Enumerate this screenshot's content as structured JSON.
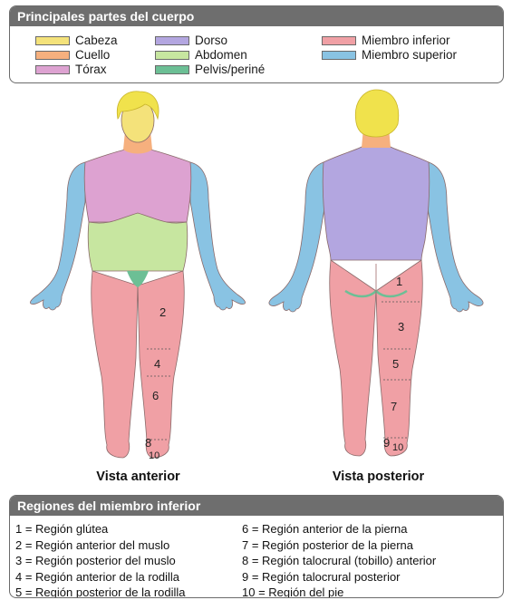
{
  "legend": {
    "title": "Principales partes del cuerpo",
    "items": [
      {
        "key": "head",
        "label": "Cabeza",
        "color": "#f4e27a"
      },
      {
        "key": "neck",
        "label": "Cuello",
        "color": "#f6b07e"
      },
      {
        "key": "thorax",
        "label": "Tórax",
        "color": "#dda2d1"
      },
      {
        "key": "back",
        "label": "Dorso",
        "color": "#b3a6e0"
      },
      {
        "key": "abdomen",
        "label": "Abdomen",
        "color": "#c7e6a0"
      },
      {
        "key": "pelvis",
        "label": "Pelvis/periné",
        "color": "#6cbf95"
      },
      {
        "key": "lower_limb",
        "label": "Miembro inferior",
        "color": "#f0a0a5"
      },
      {
        "key": "upper_limb",
        "label": "Miembro superior",
        "color": "#89c3e3"
      }
    ]
  },
  "views": {
    "anterior": "Vista anterior",
    "posterior": "Vista posterior"
  },
  "figure_numbers": {
    "anterior": [
      "2",
      "4",
      "6",
      "8",
      "10"
    ],
    "posterior": [
      "1",
      "3",
      "5",
      "7",
      "9",
      "10"
    ]
  },
  "regions": {
    "title": "Regiones del miembro inferior",
    "items": [
      "1 = Región glútea",
      "2 = Región anterior del muslo",
      "3 = Región posterior del muslo",
      "4 = Región anterior de la rodilla",
      "5 = Región posterior de la rodilla",
      "6 = Región anterior de la pierna",
      "7 = Región posterior de la pierna",
      "8 = Región talocrural (tobillo) anterior",
      "9 = Región talocrural posterior",
      "10 = Región del pie"
    ]
  }
}
